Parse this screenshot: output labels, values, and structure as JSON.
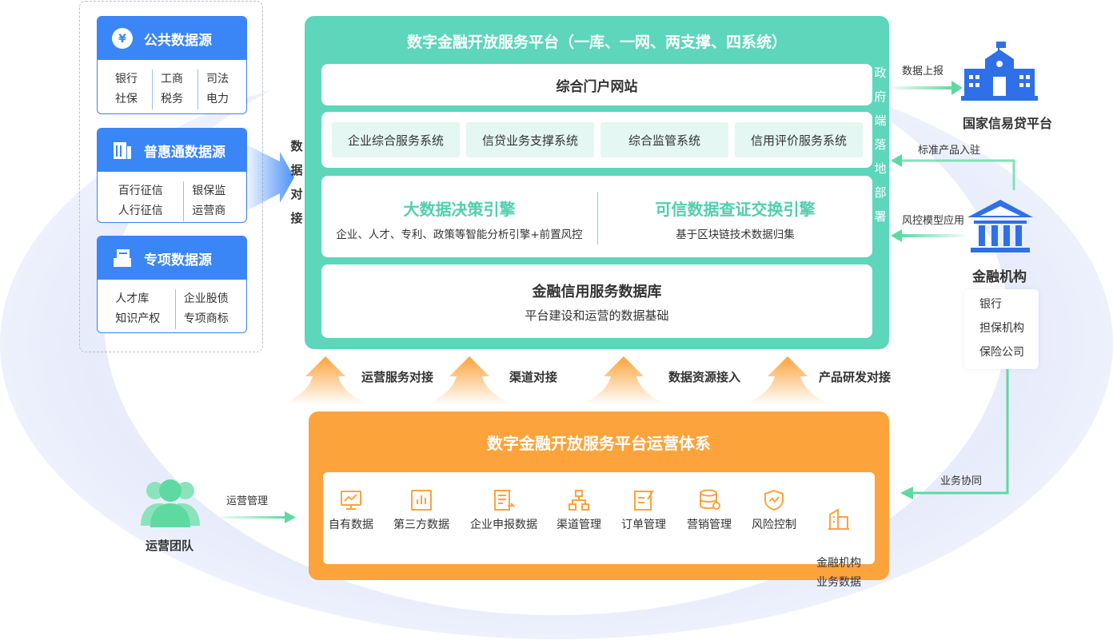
{
  "sources": [
    {
      "title": "公共数据源",
      "icon": "coin-icon",
      "cols": [
        [
          "银行",
          "社保"
        ],
        [
          "工商",
          "税务"
        ],
        [
          "司法",
          "电力"
        ]
      ]
    },
    {
      "title": "普惠通数据源",
      "icon": "document-icon",
      "cols": [
        [
          "百行征信",
          "人行征信"
        ],
        [
          "银保监",
          "运营商"
        ]
      ]
    },
    {
      "title": "专项数据源",
      "icon": "folder-icon",
      "cols": [
        [
          "人才库",
          "知识产权"
        ],
        [
          "企业股债",
          "专项商标"
        ]
      ]
    }
  ],
  "data_connect_label": [
    "数",
    "据",
    "对",
    "接"
  ],
  "platform": {
    "title": "数字金融开放服务平台（一库、一网、两支撑、四系统）",
    "portal": "综合门户网站",
    "systems": [
      "企业综合服务系统",
      "信贷业务支撑系统",
      "综合监管系统",
      "信用评价服务系统"
    ],
    "engine1": {
      "title": "大数据决策引擎",
      "desc": "企业、人才、专利、政策等智能分析引擎+前置风控"
    },
    "engine2": {
      "title": "可信数据查证交换引擎",
      "desc": "基于区块链技术数据归集"
    },
    "db": {
      "title": "金融信用服务数据库",
      "desc": "平台建设和运营的数据基础"
    },
    "gov_vertical": [
      "政",
      "府",
      "端",
      "落",
      "地",
      "部",
      "署"
    ]
  },
  "right": {
    "report_label": "数据上报",
    "national": "国家信易贷平台",
    "standard_label": "标准产品入驻",
    "risk_label": "风控模型应用",
    "fin_title": "金融机构",
    "fin_list": [
      "银行",
      "担保机构",
      "保险公司"
    ],
    "collab_label": "业务协同"
  },
  "up_labels": [
    "运营服务对接",
    "渠道对接",
    "数据资源接入",
    "产品研发对接"
  ],
  "ops": {
    "title": "数字金融开放服务平台运营体系",
    "items": [
      {
        "label": "自有数据",
        "icon": "monitor-icon"
      },
      {
        "label": "第三方数据",
        "icon": "chart-icon"
      },
      {
        "label": "企业申报数据",
        "icon": "form-icon"
      },
      {
        "label": "渠道管理",
        "icon": "hierarchy-icon"
      },
      {
        "label": "订单管理",
        "icon": "edit-doc-icon"
      },
      {
        "label": "营销管理",
        "icon": "database-icon"
      },
      {
        "label": "风险控制",
        "icon": "shield-icon"
      },
      {
        "label": "金融机构\n业务数据",
        "icon": "building-icon"
      }
    ]
  },
  "team": {
    "label": "运营团队",
    "arrow_label": "运营管理"
  },
  "colors": {
    "teal": "#5dd6bb",
    "blue": "#3a86f7",
    "orange": "#fda33b",
    "green_arrow": "#5fd9a2"
  }
}
